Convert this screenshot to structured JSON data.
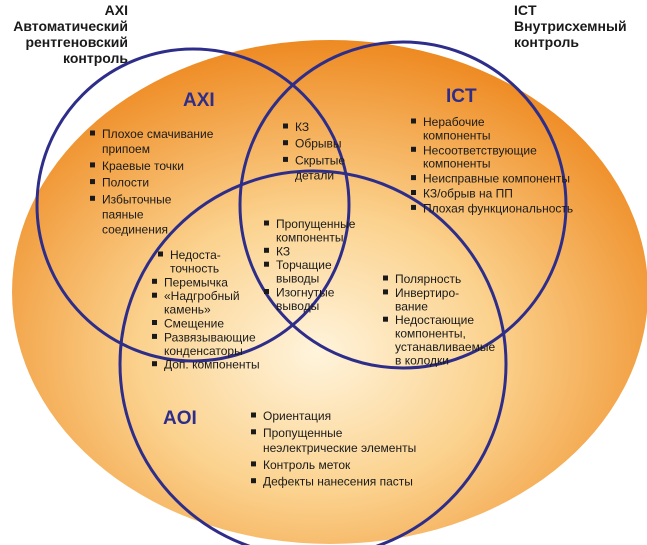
{
  "corner_labels": {
    "axi": [
      "AXI",
      "Автоматический",
      "рентгеновский",
      "контроль"
    ],
    "ict": [
      "ICT",
      "Внутрисхемный",
      "контроль"
    ]
  },
  "sets": {
    "axi": {
      "label": "AXI"
    },
    "ict": {
      "label": "ICT"
    },
    "aoi": {
      "label": "AOI"
    }
  },
  "regions": {
    "axi_only": [
      [
        "Плохое смачивание",
        "припоем"
      ],
      [
        "Краевые точки"
      ],
      [
        "Полости"
      ],
      [
        "Избыточные",
        "паяные",
        "соединения"
      ]
    ],
    "axi_ict": [
      [
        "КЗ"
      ],
      [
        "Обрывы"
      ],
      [
        "Скрытые",
        "детали"
      ]
    ],
    "ict_only": [
      [
        "Нерабочие",
        "компоненты"
      ],
      [
        "Несоответствующие",
        "компоненты"
      ],
      [
        "Неисправные компоненты"
      ],
      [
        "КЗ/обрыв на ПП"
      ],
      [
        "Плохая функциональность"
      ]
    ],
    "center": [
      [
        "Пропущенные",
        "компоненты"
      ],
      [
        "КЗ"
      ],
      [
        "Торчащие",
        "выводы"
      ],
      [
        "Изогнутые",
        "выводы"
      ]
    ],
    "axi_aoi": [
      [
        "Недоста-",
        "точность"
      ],
      [
        "Перемычка"
      ],
      [
        "«Надгробный",
        "камень»"
      ],
      [
        "Смещение"
      ],
      [
        "Развязывающие",
        "конденсаторы"
      ],
      [
        "Доп. компоненты"
      ]
    ],
    "ict_aoi": [
      [
        "Полярность"
      ],
      [
        "Инвертиро-",
        "вание"
      ],
      [
        "Недостающие",
        "компоненты,",
        "устанавливаемые",
        "в колодки"
      ]
    ],
    "aoi_only": [
      [
        "Ориентация"
      ],
      [
        "Пропущенные",
        "неэлектрические элементы"
      ],
      [
        "Контроль меток"
      ],
      [
        "Дефекты нанесения пасты"
      ]
    ]
  },
  "colors": {
    "circle_stroke": "#2e2e8a",
    "background_light": "#fde9c2",
    "background_dark": "#ef8a1f",
    "text": "#1a1a1a"
  }
}
